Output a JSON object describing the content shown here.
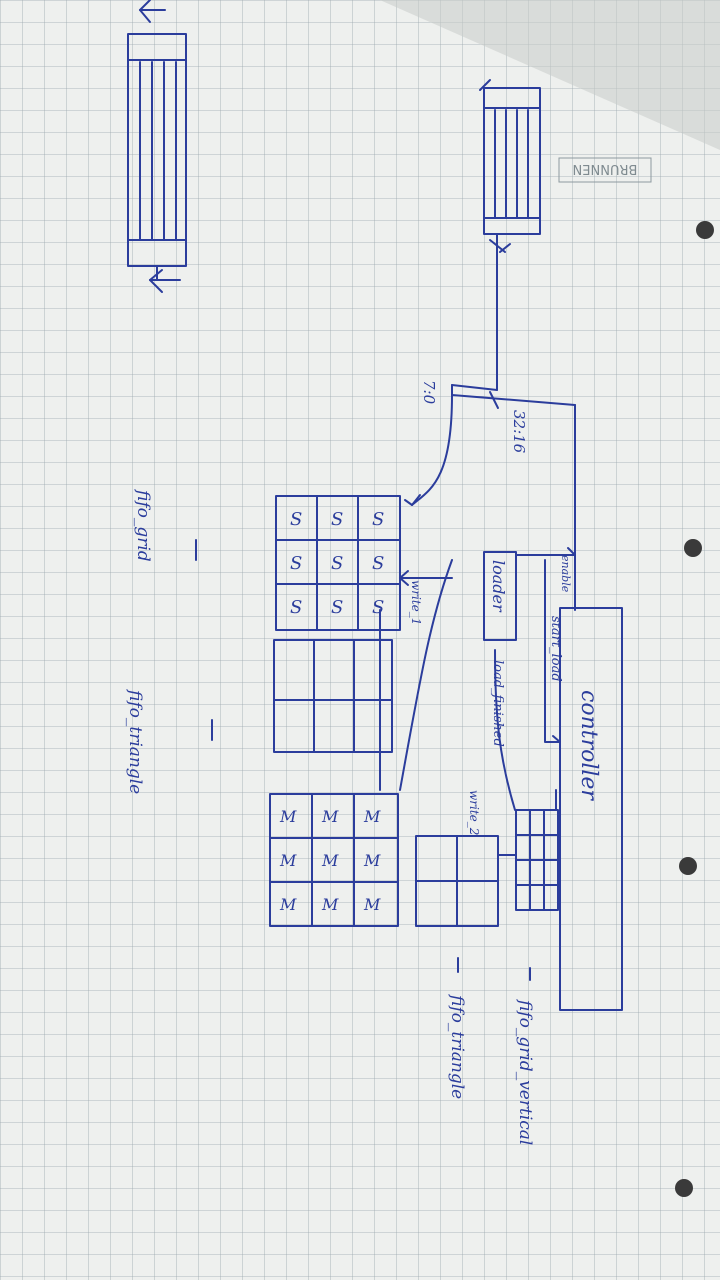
{
  "diagram": {
    "labels": {
      "controller": "controller",
      "loader": "loader",
      "start_load": "start_load",
      "load_finished": "load_finished",
      "write_1": "write_1",
      "write_2": "write_2",
      "bits_high": "32:16",
      "bits_low": "7:0",
      "enable": "enable",
      "fifo_grid_vertical": "fifo_grid_vertical",
      "fifo_triangle": "fifo_triangle",
      "fifo_grid": "fifo_grid",
      "fifo_triangle_2": "fifo_triangle",
      "fifo_marker": "1"
    },
    "cell_glyph_s": "S",
    "cell_glyph_m": "M",
    "brand": "BRUNNEN",
    "colors": {
      "paper": "#eef0ee",
      "grid": "#9aa7ad",
      "ink": "#2b3d9c"
    }
  }
}
